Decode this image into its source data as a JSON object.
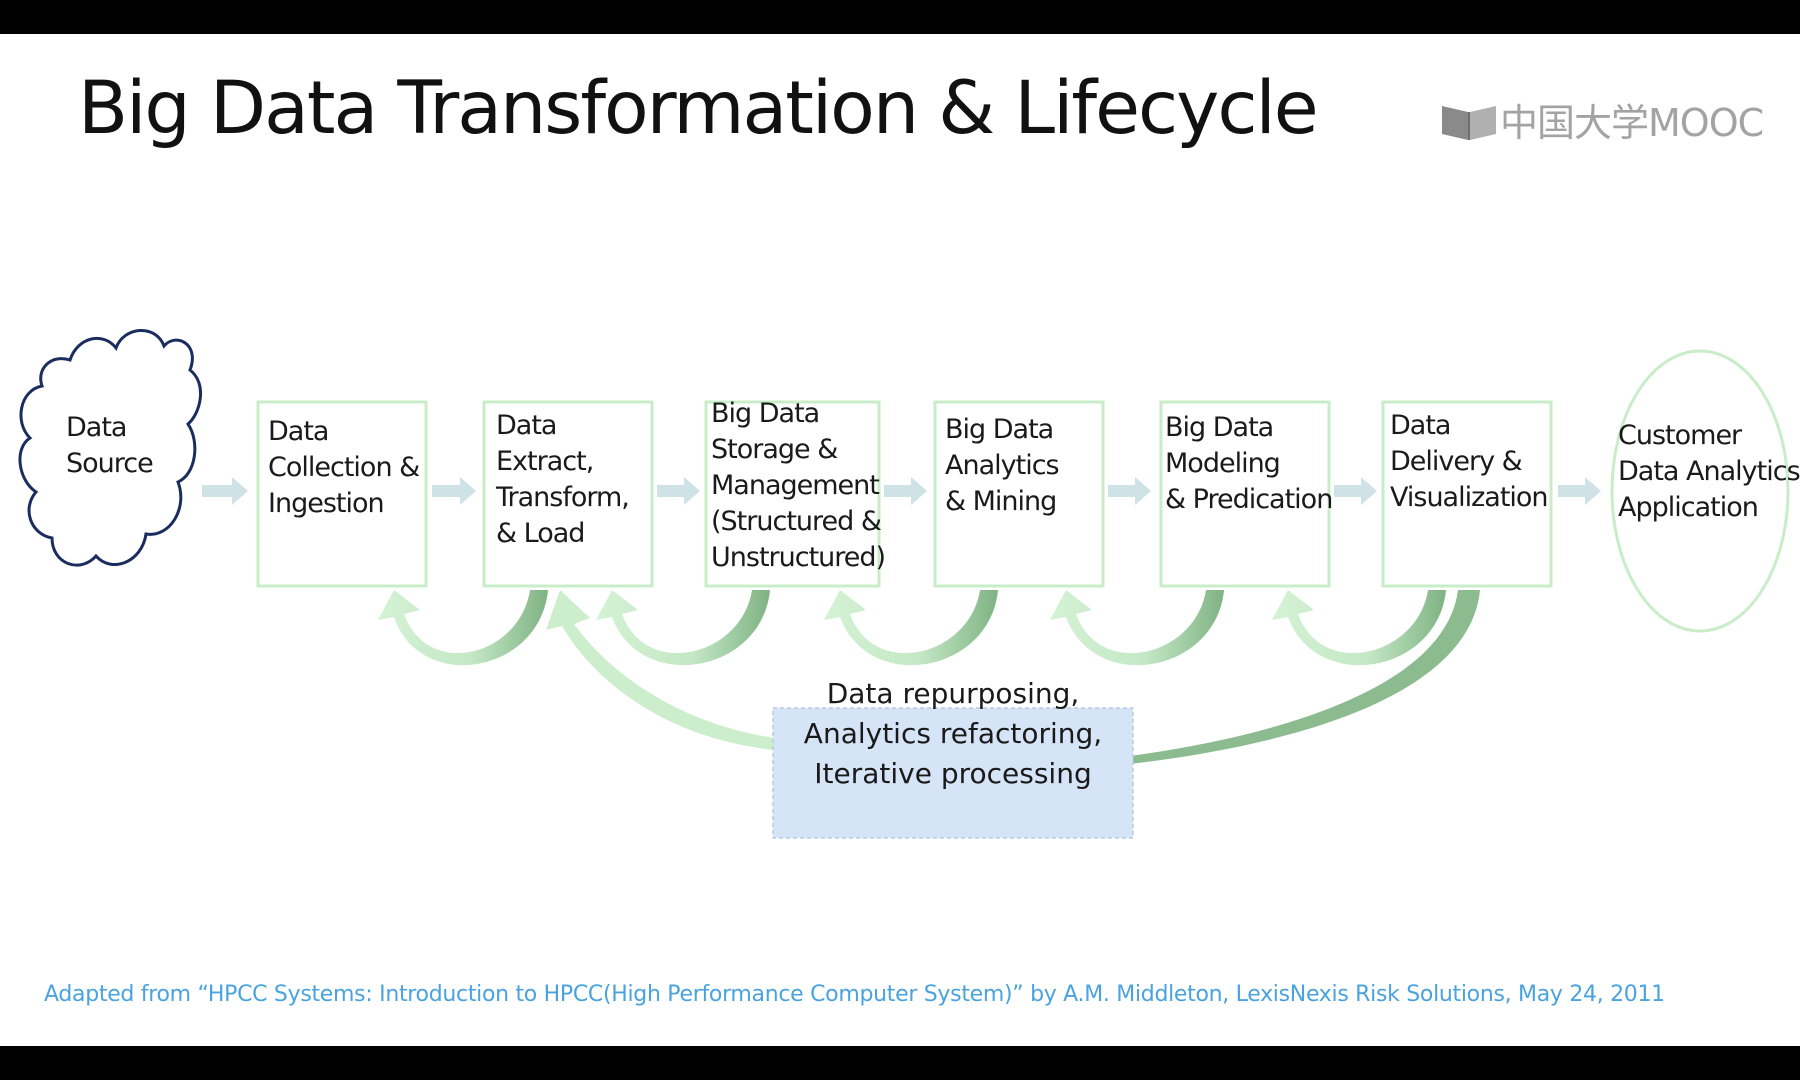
{
  "slide": {
    "title": "Big Data Transformation & Lifecycle",
    "logo_text": "中国大学MOOC",
    "citation": "Adapted from “HPCC Systems: Introduction to HPCC(High Performance Computer System)” by A.M. Middleton, LexisNexis Risk Solutions, May 24, 2011"
  },
  "diagram": {
    "source": "Data\nSource",
    "stages": [
      "Data\nCollection &\nIngestion",
      "Data\nExtract,\nTransform,\n& Load",
      "Big Data\nStorage &\nManagement\n(Structured &\nUnstructured)",
      "Big Data\nAnalytics\n& Mining",
      "Big Data\nModeling\n& Predication",
      "Data\nDelivery &\nVisualization"
    ],
    "target": "Customer\nData Analytics\nApplication",
    "feedback": "Data repurposing,\nAnalytics refactoring,\nIterative processing"
  },
  "colors": {
    "box_border": "#c9ecc9",
    "flow_arrow": "#cfe3e6",
    "loop_light": "#cdeecd",
    "loop_dark": "#7fb283",
    "feedback_fill": "#d6e4f8",
    "cloud_stroke": "#1b2d5e",
    "citation": "#4aa3df"
  }
}
